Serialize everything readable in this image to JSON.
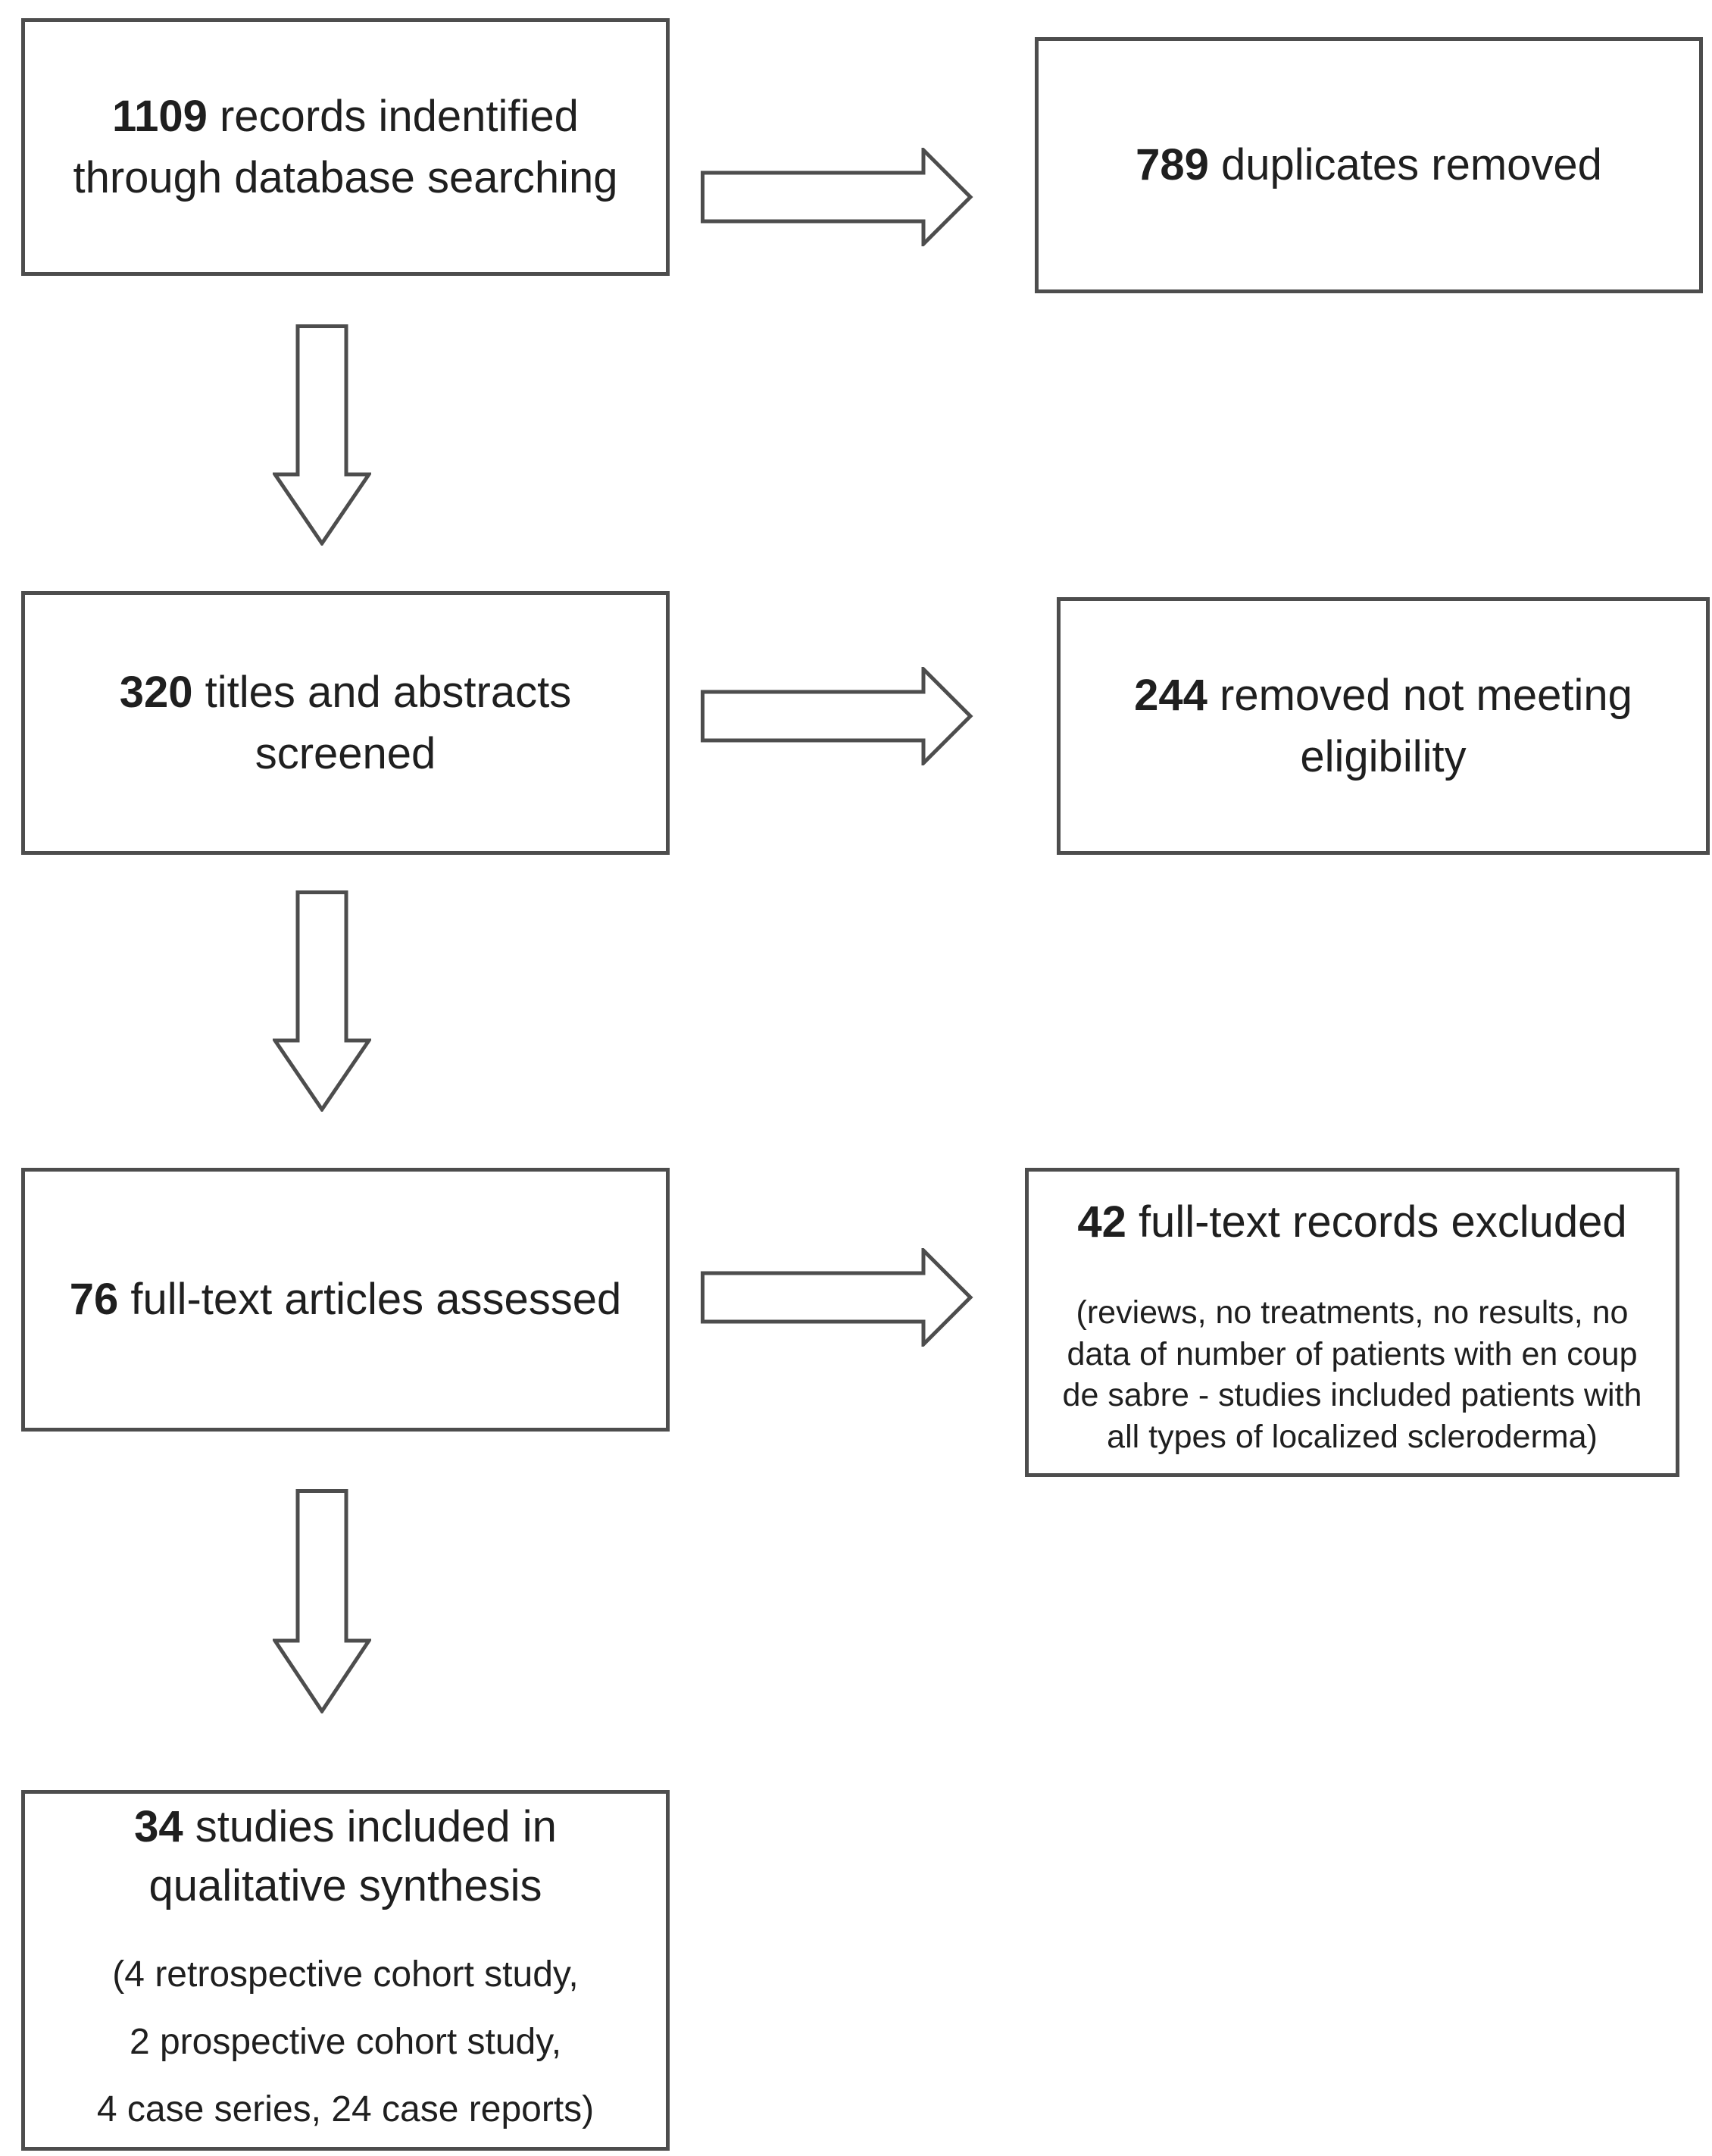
{
  "colors": {
    "box_border": "#4d4d4d",
    "text": "#1f1f1f",
    "background": "#ffffff"
  },
  "flowchart": {
    "identification": {
      "count": "1109",
      "label": " records indentified through database searching"
    },
    "duplicates": {
      "count": "789",
      "label": " duplicates removed"
    },
    "screening": {
      "count": "320",
      "label": " titles and abstracts screened"
    },
    "not_eligible": {
      "count": "244",
      "label": " removed not meeting eligibility"
    },
    "fulltext": {
      "count": "76",
      "label": " full-text articles assessed"
    },
    "excluded": {
      "count": "42",
      "label": " full-text records excluded",
      "detail": "(reviews, no treatments, no results, no data of number of patients with en coup de sabre - studies included patients with all types of localized scleroderma)"
    },
    "included": {
      "count": "34",
      "label": " studies included in qualitative synthesis",
      "detail_lines": [
        "(4 retrospective cohort study,",
        "2 prospective cohort study,",
        "4 case series, 24 case reports)"
      ]
    },
    "icons": {
      "right_arrow": "right-arrow",
      "down_arrow": "down-arrow"
    }
  }
}
